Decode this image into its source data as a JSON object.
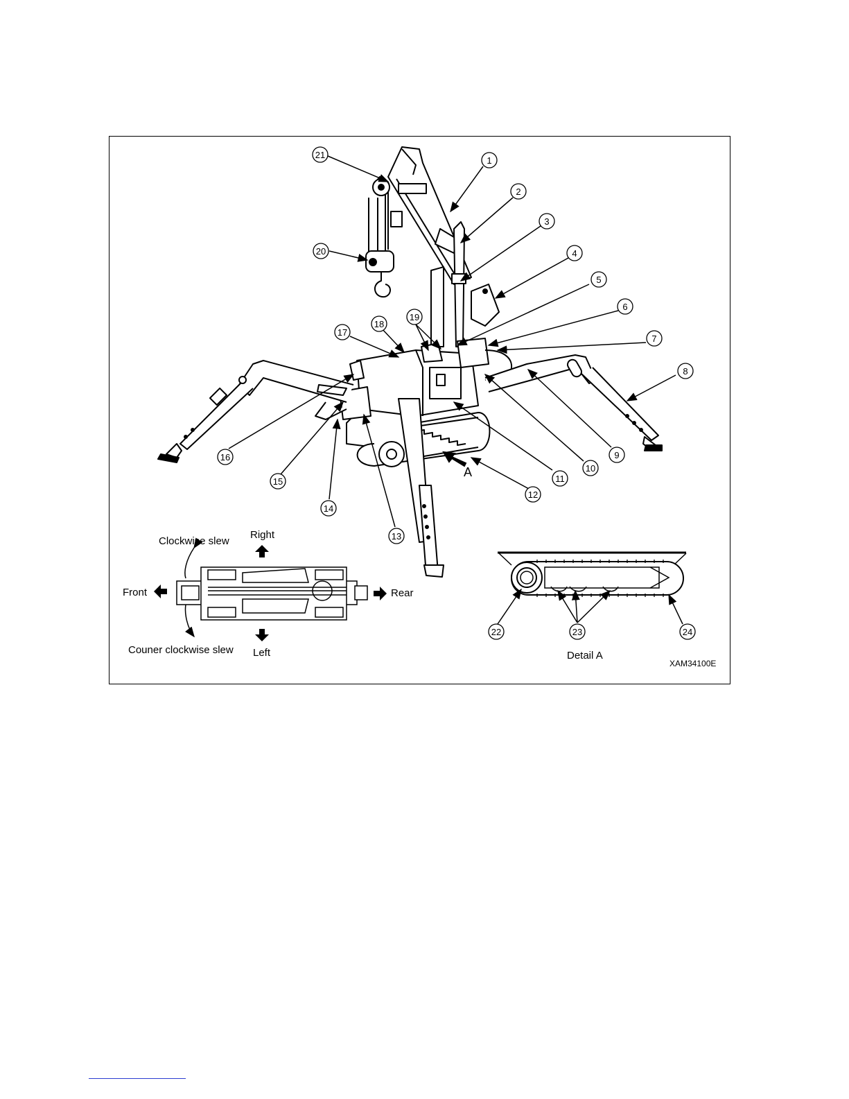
{
  "callouts": [
    "1",
    "2",
    "3",
    "4",
    "5",
    "6",
    "7",
    "8",
    "9",
    "10",
    "11",
    "12",
    "13",
    "14",
    "15",
    "16",
    "17",
    "18",
    "19",
    "20",
    "21",
    "22",
    "23",
    "24"
  ],
  "view_arrow_label": "A",
  "directions": {
    "clockwise": "Clockwise slew",
    "counter_clockwise": "Couner clockwise slew",
    "right": "Right",
    "left": "Left",
    "front": "Front",
    "rear": "Rear"
  },
  "detail_caption": "Detail A",
  "figure_code": "XAM34100E"
}
